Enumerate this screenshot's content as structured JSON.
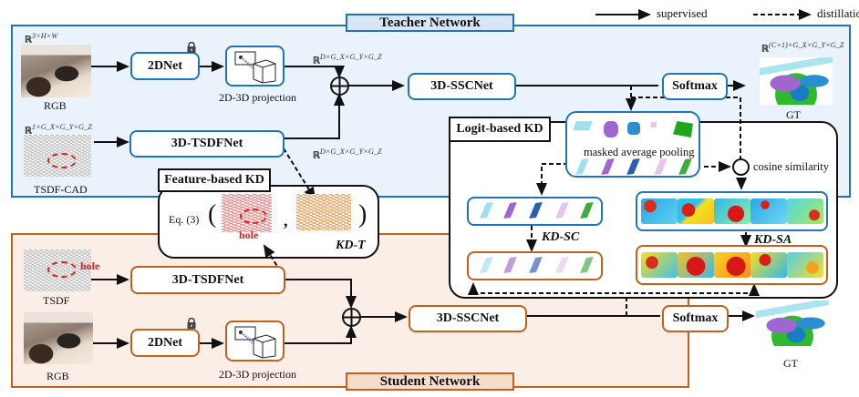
{
  "legend": {
    "supervised": "supervised",
    "distillation": "distillation"
  },
  "teacher": {
    "title": "Teacher Network",
    "rgb_dim": "ℝ",
    "rgb_dim_sup": "3×H×W",
    "rgb_label": "RGB",
    "net2d": "2DNet",
    "proj_label": "2D-3D projection",
    "feat_dim": "ℝ",
    "feat_dim_sup": "D×G_X×G_Y×G_Z",
    "feat_dim2_sup": "D×G_X×G_Y×G_Z",
    "tsdf_dim": "ℝ",
    "tsdf_dim_sup": "1×G_X×G_Y×G_Z",
    "tsdf_label": "TSDF-CAD",
    "tsdf_net": "3D-TSDFNet",
    "ssc_net": "3D-SSCNet",
    "softmax": "Softmax",
    "out_dim": "ℝ",
    "out_dim_sup": "(C+1)×G_X×G_Y×G_Z",
    "gt_label": "GT"
  },
  "student": {
    "title": "Student Network",
    "tsdf_label": "TSDF",
    "hole": "hole",
    "tsdf_net": "3D-TSDFNet",
    "rgb_label": "RGB",
    "net2d": "2DNet",
    "proj_label": "2D-3D projection",
    "ssc_net": "3D-SSCNet",
    "softmax": "Softmax",
    "gt_label": "GT"
  },
  "feature_kd": {
    "title": "Feature-based KD",
    "eq": "Eq. (3)",
    "open_paren": "(",
    "comma": ",",
    "close_paren": ")",
    "hole": "hole",
    "kd_t": "KD-T"
  },
  "logit_kd": {
    "title": "Logit-based KD",
    "pooling": "masked average pooling",
    "cosine": "cosine similarity",
    "kd_sc": "KD-SC",
    "kd_sa": "KD-SA"
  },
  "colors": {
    "teacher_accent": "#1f74bd",
    "student_accent": "#c5601c",
    "teacher_bg": "#eaf2fb",
    "student_bg": "#fbeee6",
    "hole_red": "#e0201e",
    "class_colors": [
      "#9fe0ee",
      "#a066d0",
      "#2a6cc4",
      "#e6c6ee",
      "#3dac3d"
    ]
  }
}
